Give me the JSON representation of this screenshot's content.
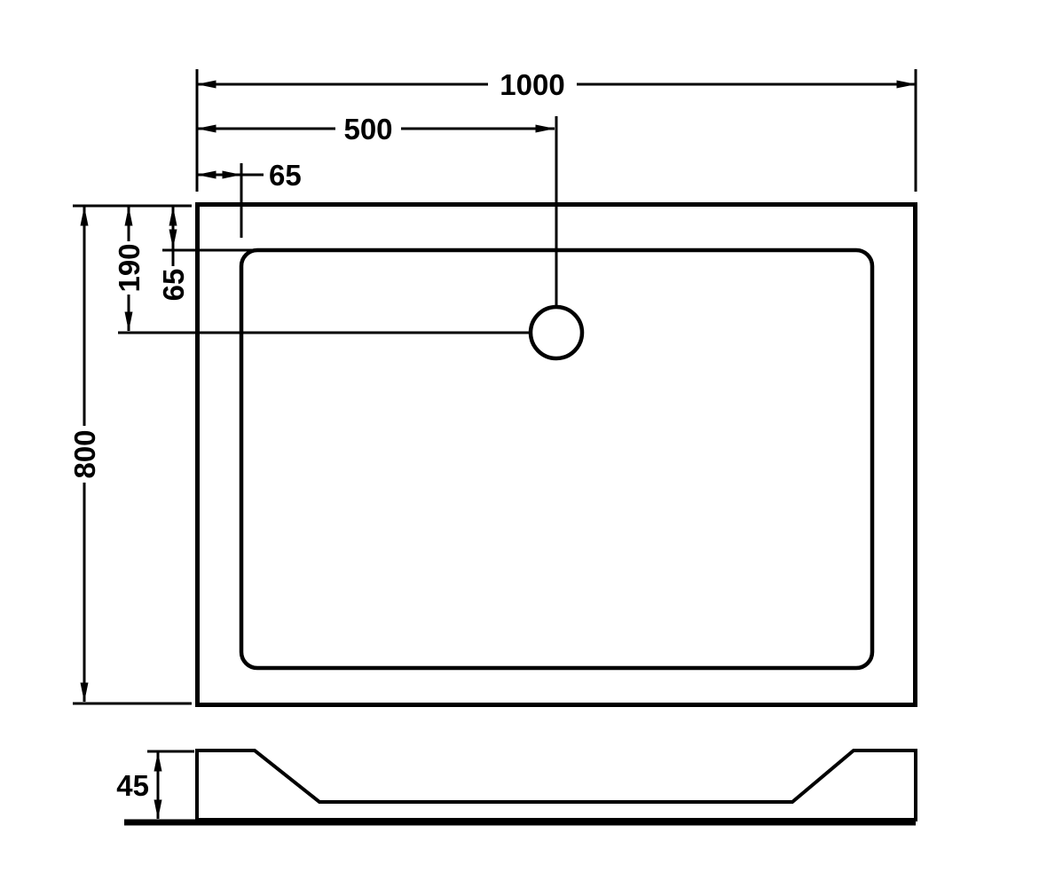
{
  "drawing": {
    "colors": {
      "line": "#000000",
      "background": "#ffffff"
    },
    "labels": {
      "overall_width": "1000",
      "drain_from_left": "500",
      "left_inset": "65",
      "overall_depth": "800",
      "drain_from_top": "190",
      "top_inset": "65",
      "profile_height": "45"
    }
  }
}
